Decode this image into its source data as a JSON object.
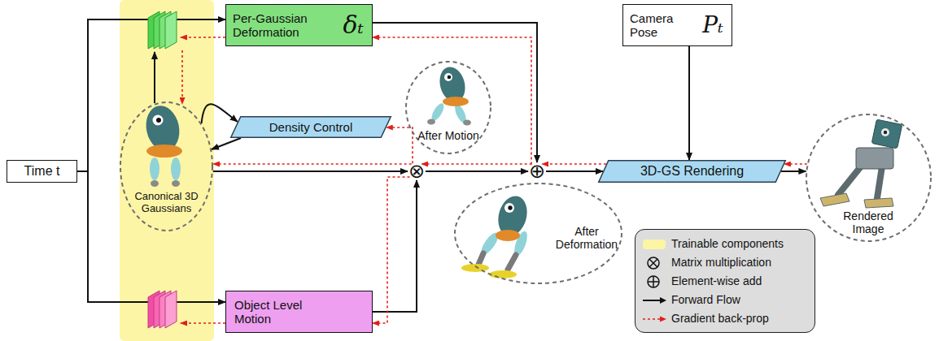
{
  "diagram": {
    "nodes": [
      {
        "text": [
          "Time t"
        ]
      },
      {
        "text": [
          "Per-Gaussian Deformation",
          "δₜ"
        ]
      },
      {
        "text": [
          "Camera Pose",
          "Pₜ"
        ]
      },
      {
        "text": [
          "Density Control"
        ]
      },
      {
        "text": [
          "Canonical 3D Gaussians"
        ]
      },
      {
        "text": [
          "After Motion"
        ]
      },
      {
        "text": [
          "⊗"
        ]
      },
      {
        "text": [
          "⊕"
        ]
      },
      {
        "text": [
          "3D-GS Rendering"
        ]
      },
      {
        "text": [
          "Rendered Image"
        ]
      },
      {
        "text": [
          "After Deformation"
        ]
      },
      {
        "text": [
          "Object Level Motion"
        ]
      }
    ],
    "edges": [
      {
        "from": 0,
        "to": 1,
        "arrow": "to"
      },
      {
        "from": 0,
        "to": 11,
        "arrow": "to"
      },
      {
        "from": 4,
        "to": 6,
        "arrow": "to"
      },
      {
        "from": 11,
        "to": 6,
        "arrow": "to"
      },
      {
        "from": 6,
        "to": 7,
        "arrow": "to"
      },
      {
        "from": 1,
        "to": 7,
        "arrow": "to"
      },
      {
        "from": 7,
        "to": 8,
        "arrow": "to"
      },
      {
        "from": 2,
        "to": 8,
        "arrow": "to"
      },
      {
        "from": 8,
        "to": 9,
        "arrow": "to"
      },
      {
        "from": 4,
        "to": 3,
        "arrow": "to"
      },
      {
        "from": 3,
        "to": 4,
        "arrow": "to"
      },
      {
        "from": 9,
        "to": 8,
        "arrow": "to"
      },
      {
        "from": 8,
        "to": 7,
        "arrow": "to"
      },
      {
        "from": 7,
        "to": 1,
        "arrow": "to"
      },
      {
        "from": 7,
        "to": 6,
        "arrow": "to"
      },
      {
        "from": 6,
        "to": 4,
        "arrow": "to"
      },
      {
        "from": 6,
        "to": 3,
        "arrow": "to"
      },
      {
        "from": 6,
        "to": 11,
        "arrow": "to"
      }
    ],
    "legend": [
      {
        "text": "Trainable components",
        "color": "#fdf5a6"
      },
      {
        "text": "Matrix multiplication"
      },
      {
        "text": "Element-wise add"
      },
      {
        "text": "Forward Flow"
      },
      {
        "text": "Gradient back-prop"
      }
    ]
  }
}
